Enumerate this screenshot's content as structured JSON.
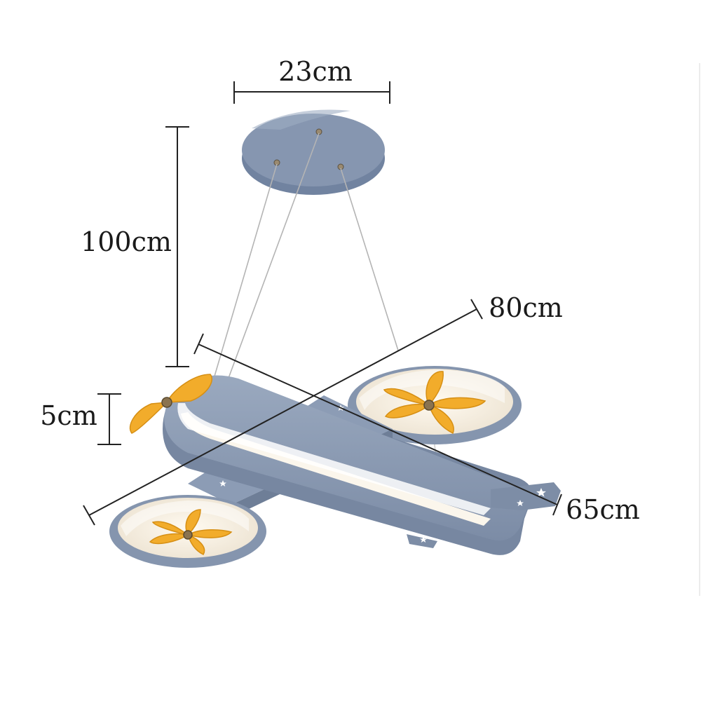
{
  "dimensions": {
    "canopy_diameter": "23cm",
    "suspension_height": "100cm",
    "body_thickness": "5cm",
    "wingspan": "80cm",
    "length": "65cm"
  },
  "colors": {
    "body": "#8b9bb3",
    "body_dark": "#6f7f98",
    "body_light": "#a4b2c6",
    "glow": "#fbf6ec",
    "propeller": "#f2ac2b",
    "propeller_dark": "#d68f14",
    "hub": "#8a7350",
    "wire": "#b8b8b8",
    "dimension_line": "#222222"
  },
  "icons": [
    "star-icon",
    "propeller-icon"
  ]
}
